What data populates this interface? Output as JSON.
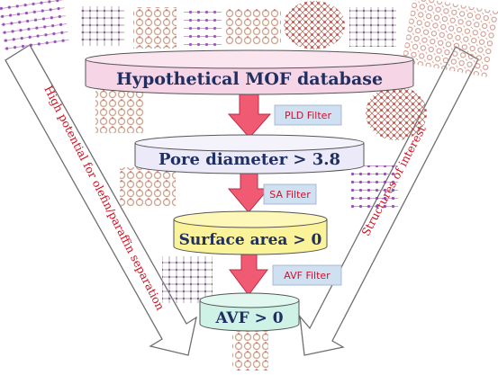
{
  "stages": [
    {
      "label": "Hypothetical MOF database",
      "fill": "#f6d6e6"
    },
    {
      "label": "Pore diameter > 3.8",
      "fill": "#eceaf8"
    },
    {
      "label": "Surface area > 0",
      "fill": "#fbf39a"
    },
    {
      "label": "AVF > 0",
      "fill": "#cff2e7"
    }
  ],
  "filters": [
    {
      "label": "PLD Filter"
    },
    {
      "label": "SA Filter"
    },
    {
      "label": "AVF Filter"
    }
  ],
  "side_labels": {
    "left": "High potential for olefin/paraffin separation",
    "right": "Structures of interest"
  },
  "colors": {
    "arrow": "#f05a72",
    "filter_box": "#cfe0f0",
    "filter_text": "#d01030",
    "stage_text": "#1f2f62",
    "side_text": "#d01020"
  },
  "icons": [
    "mof-structure-icon"
  ]
}
